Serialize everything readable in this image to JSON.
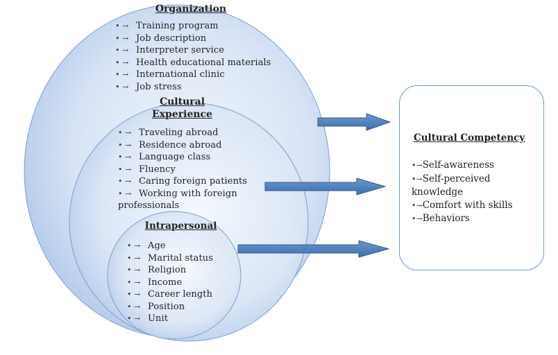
{
  "organization": {
    "title": "Organization",
    "items": [
      "Training program",
      "Job description",
      "Interpreter service",
      "Health educational materials",
      "International clinic",
      "Job stress"
    ]
  },
  "cultural_experience": {
    "title_line1": "Cultural",
    "title_line2": "Experience",
    "items": [
      "Traveling abroad",
      "Residence abroad",
      "Language class",
      "Fluency",
      "Caring foreign patients",
      "Working with foreign professionals"
    ]
  },
  "intrapersonal": {
    "title": "Intrapersonal",
    "items": [
      "Age",
      "Marital status",
      "Religion",
      "Income",
      "Career length",
      "Position",
      "Unit"
    ]
  },
  "cultural_competency": {
    "title": "Cultural Competency",
    "items": [
      "Self-awareness",
      "Self-perceived knowledge",
      "Comfort with skills",
      "Behaviors"
    ]
  },
  "colors": {
    "circle_light": "#eef3fb",
    "circle_dark": "#a9c2e7",
    "arrow_fill": "#4f81bd",
    "arrow_stroke": "#385d8a",
    "box_border": "#6e9ac8"
  }
}
